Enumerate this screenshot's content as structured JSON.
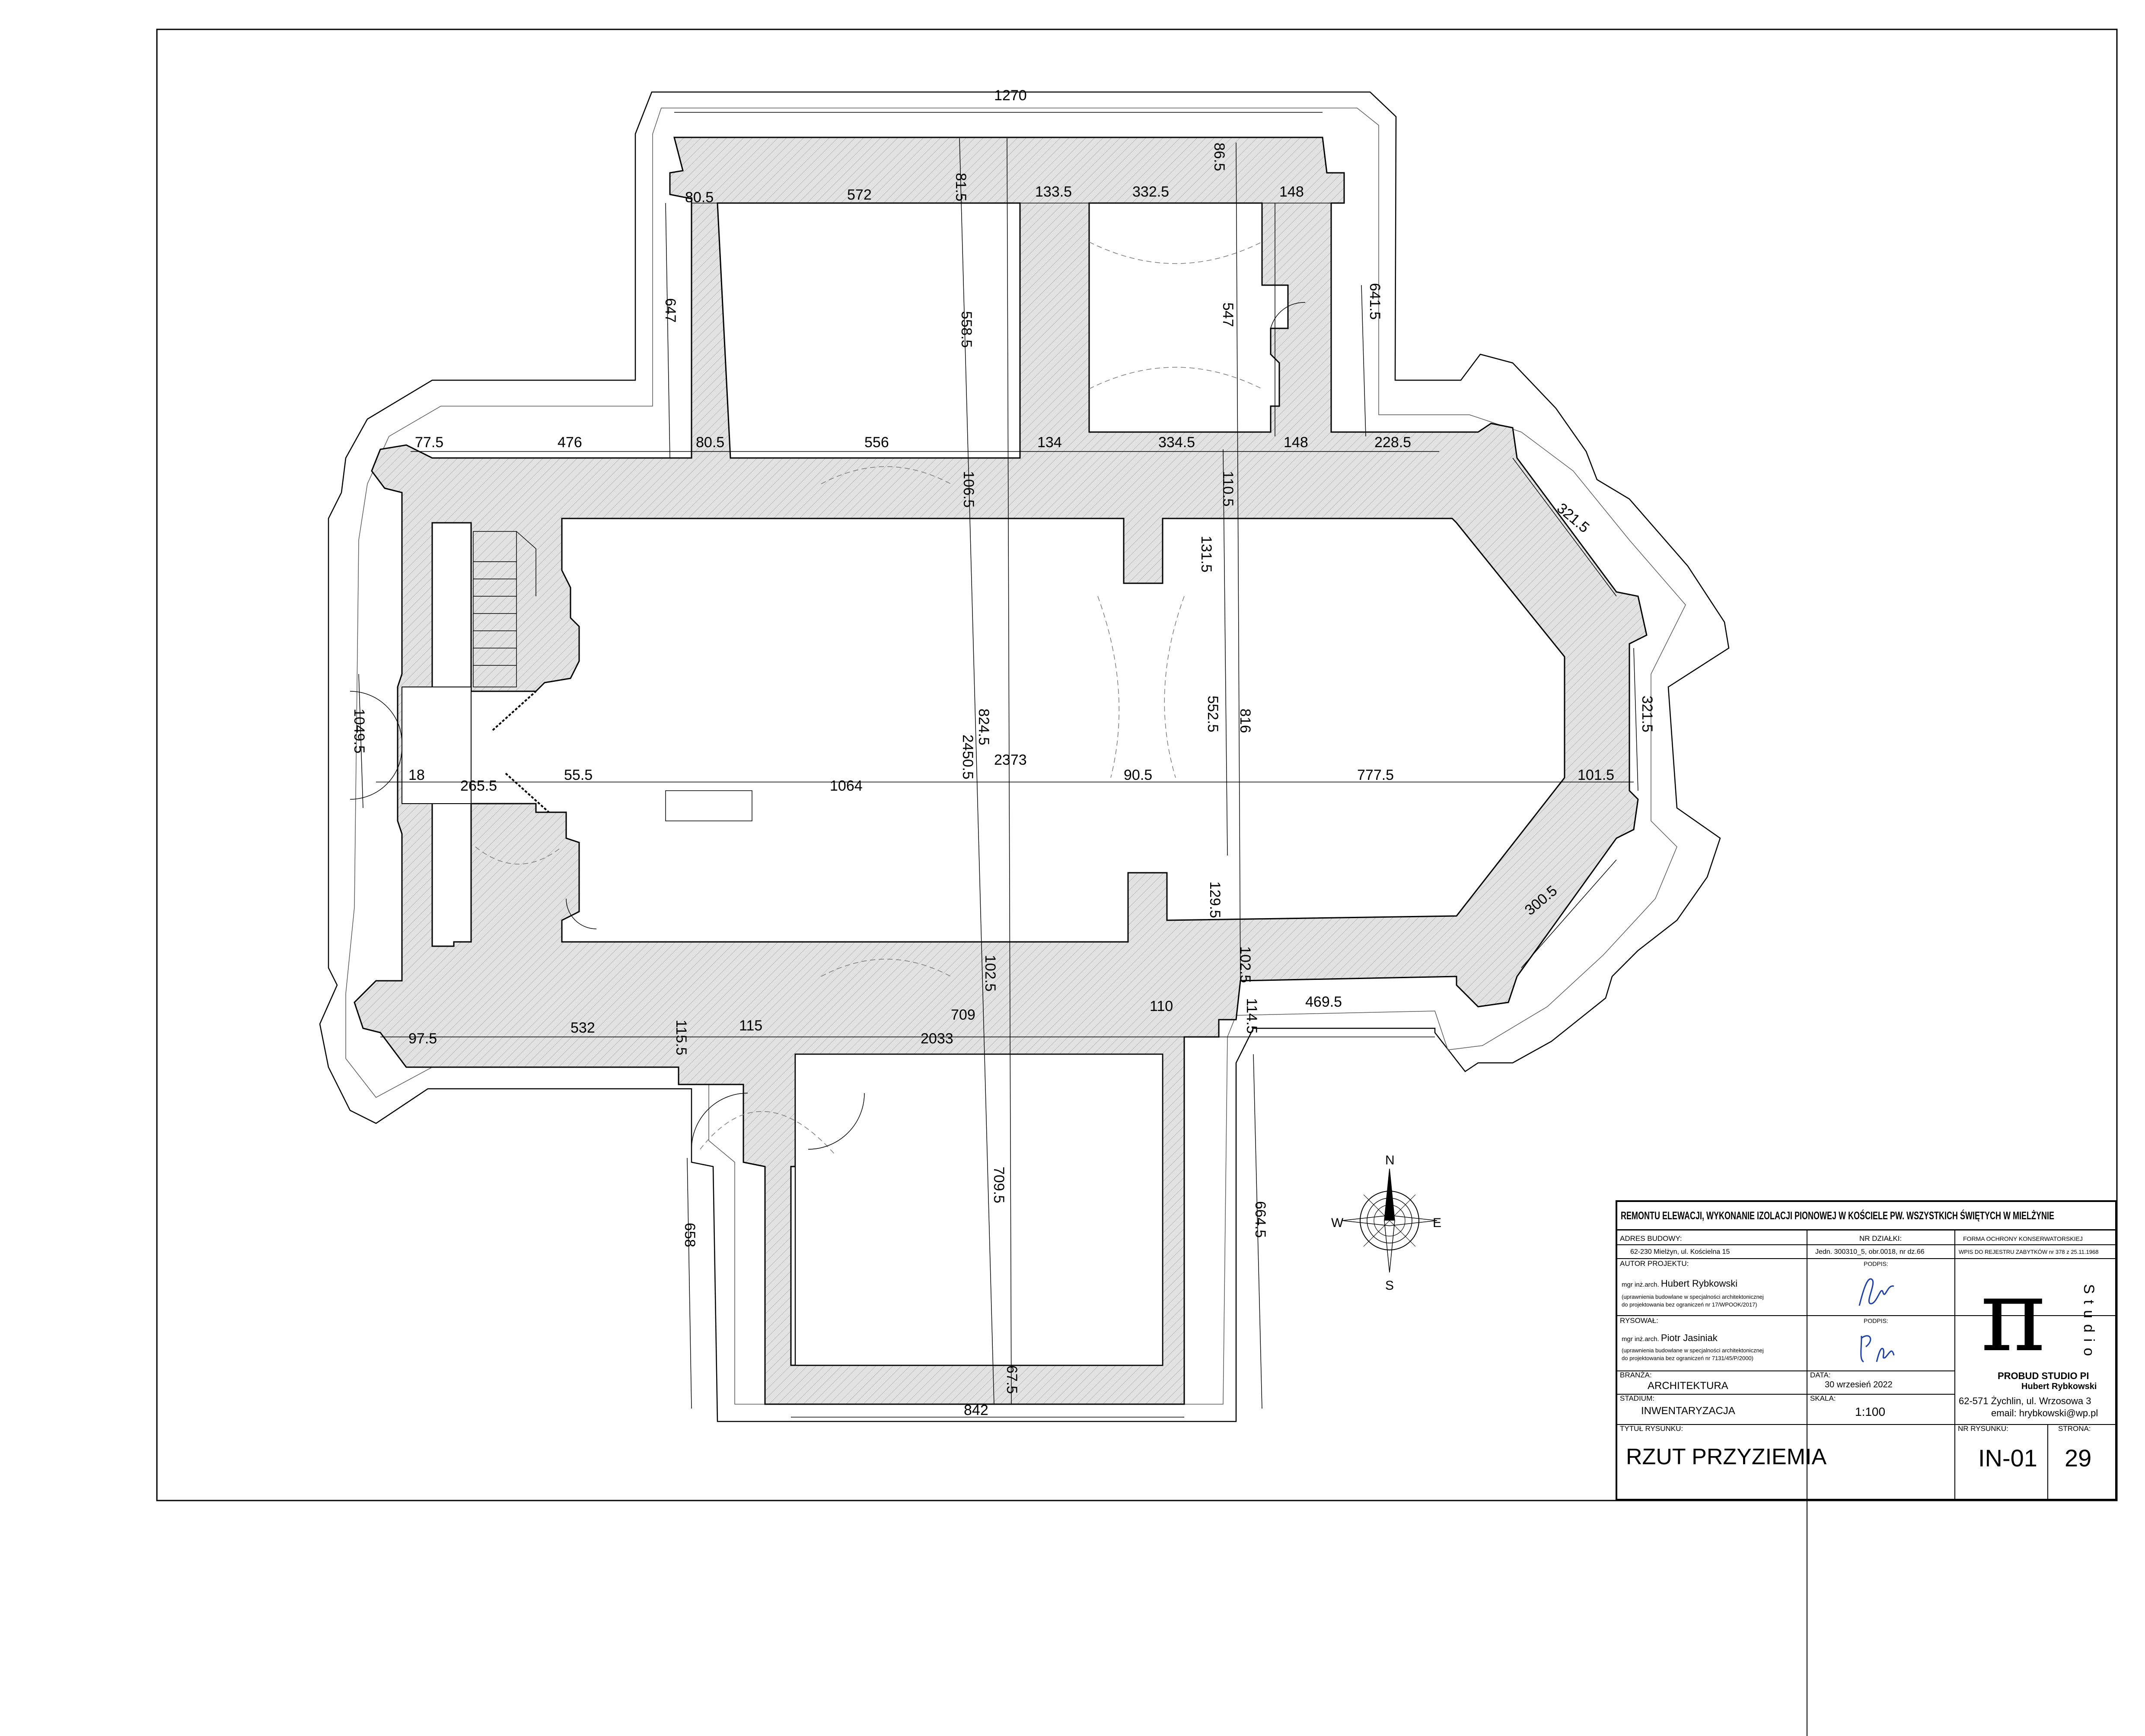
{
  "drawing": {
    "compass": {
      "n": "N",
      "s": "S",
      "e": "E",
      "w": "W"
    },
    "dimensions": {
      "top_overall": "1270",
      "t1": "80.5",
      "t2": "572",
      "t3": "81.5",
      "t4": "133.5",
      "t5": "332.5",
      "t6": "86.5",
      "t7": "148",
      "v647": "647",
      "v558": "558.5",
      "v547": "547",
      "v641": "641.5",
      "m1": "77.5",
      "m2": "476",
      "m3": "80.5",
      "m4": "556",
      "m5": "134",
      "m6": "334.5",
      "m7": "148",
      "m8": "228.5",
      "v106": "106.5",
      "v110": "110.5",
      "v131": "131.5",
      "d321a": "321.5",
      "d321b": "321.5",
      "v1049": "1049.5",
      "c18": "18",
      "c265": "265.5",
      "c55": "55.5",
      "c1064": "1064",
      "c2373": "2373",
      "v824": "824.5",
      "v2450": "2450.5",
      "c90": "90.5",
      "v552": "552.5",
      "v816": "816",
      "c777": "777.5",
      "c101": "101.5",
      "v129": "129.5",
      "v102a": "102.5",
      "v102b": "102.5",
      "d300": "300.5",
      "b1": "97.5",
      "b2": "532",
      "b3": "115.5",
      "b4": "115",
      "b5": "709",
      "b6": "2033",
      "b7": "110",
      "b8": "114.5",
      "b9": "469.5",
      "v709": "709.5",
      "v658": "658",
      "v664": "664.5",
      "v67": "67.5",
      "b842": "842"
    }
  },
  "title_block": {
    "project_title": "REMONTU ELEWACJI, WYKONANIE IZOLACJI PIONOWEJ W KOŚCIELE PW. WSZYSTKICH ŚWIĘTYCH W MIELŻYNIE",
    "address_label": "ADRES BUDOWY:",
    "address_value": "62-230 Mielżyn,  ul. Kościelna 15",
    "plot_label": "NR DZIAŁKI:",
    "plot_value": "Jedn. 300310_5, obr.0018, nr dz.66",
    "protection_label": "FORMA OCHRONY KONSERWATORSKIEJ",
    "protection_value": "WPIS DO REJESTRU ZABYTKÓW nr 378 z 25.11.1968",
    "author_label": "AUTOR PROJEKTU:",
    "author_prefix": "mgr inż.arch.",
    "author_name": "Hubert Rybkowski",
    "author_note1": "(uprawnienia budowlane w specjalności architektonicznej",
    "author_note2": "do projektowania bez ograniczeń nr 17/WPOOK/2017)",
    "signature_label": "PODPIS:",
    "drawer_label": "RYSOWAŁ:",
    "drawer_prefix": "mgr inż.arch.",
    "drawer_name": "Piotr Jasiniak",
    "drawer_note1": "(uprawnienia budowlane w specjalności architektonicznej",
    "drawer_note2": "do projektowania bez ograniczeń nr 7131/45/P/2000)",
    "signature_label2": "PODPIS:",
    "branch_label": "BRANŻA:",
    "branch_value": "ARCHITEKTURA",
    "date_label": "DATA:",
    "date_value": "30 wrzesień 2022",
    "stage_label": "STADIUM:",
    "stage_value": "INWENTARYZACJA",
    "scale_label": "SKALA:",
    "scale_value": "1:100",
    "drawing_title_label": "TYTUŁ RYSUNKU:",
    "drawing_title": "RZUT PRZYZIEMIA",
    "drawing_no_label": "NR RYSUNKU:",
    "drawing_no": "IN-01",
    "page_label": "STRONA:",
    "page_no": "29",
    "studio_logo": "π",
    "studio_vertical": "Studio",
    "company_name": "PROBUD STUDIO PI",
    "company_person": "Hubert Rybkowski",
    "company_address": "62-571 Żychlin, ul. Wrzosowa 3",
    "company_email": "email: hrybkowski@wp.pl"
  }
}
